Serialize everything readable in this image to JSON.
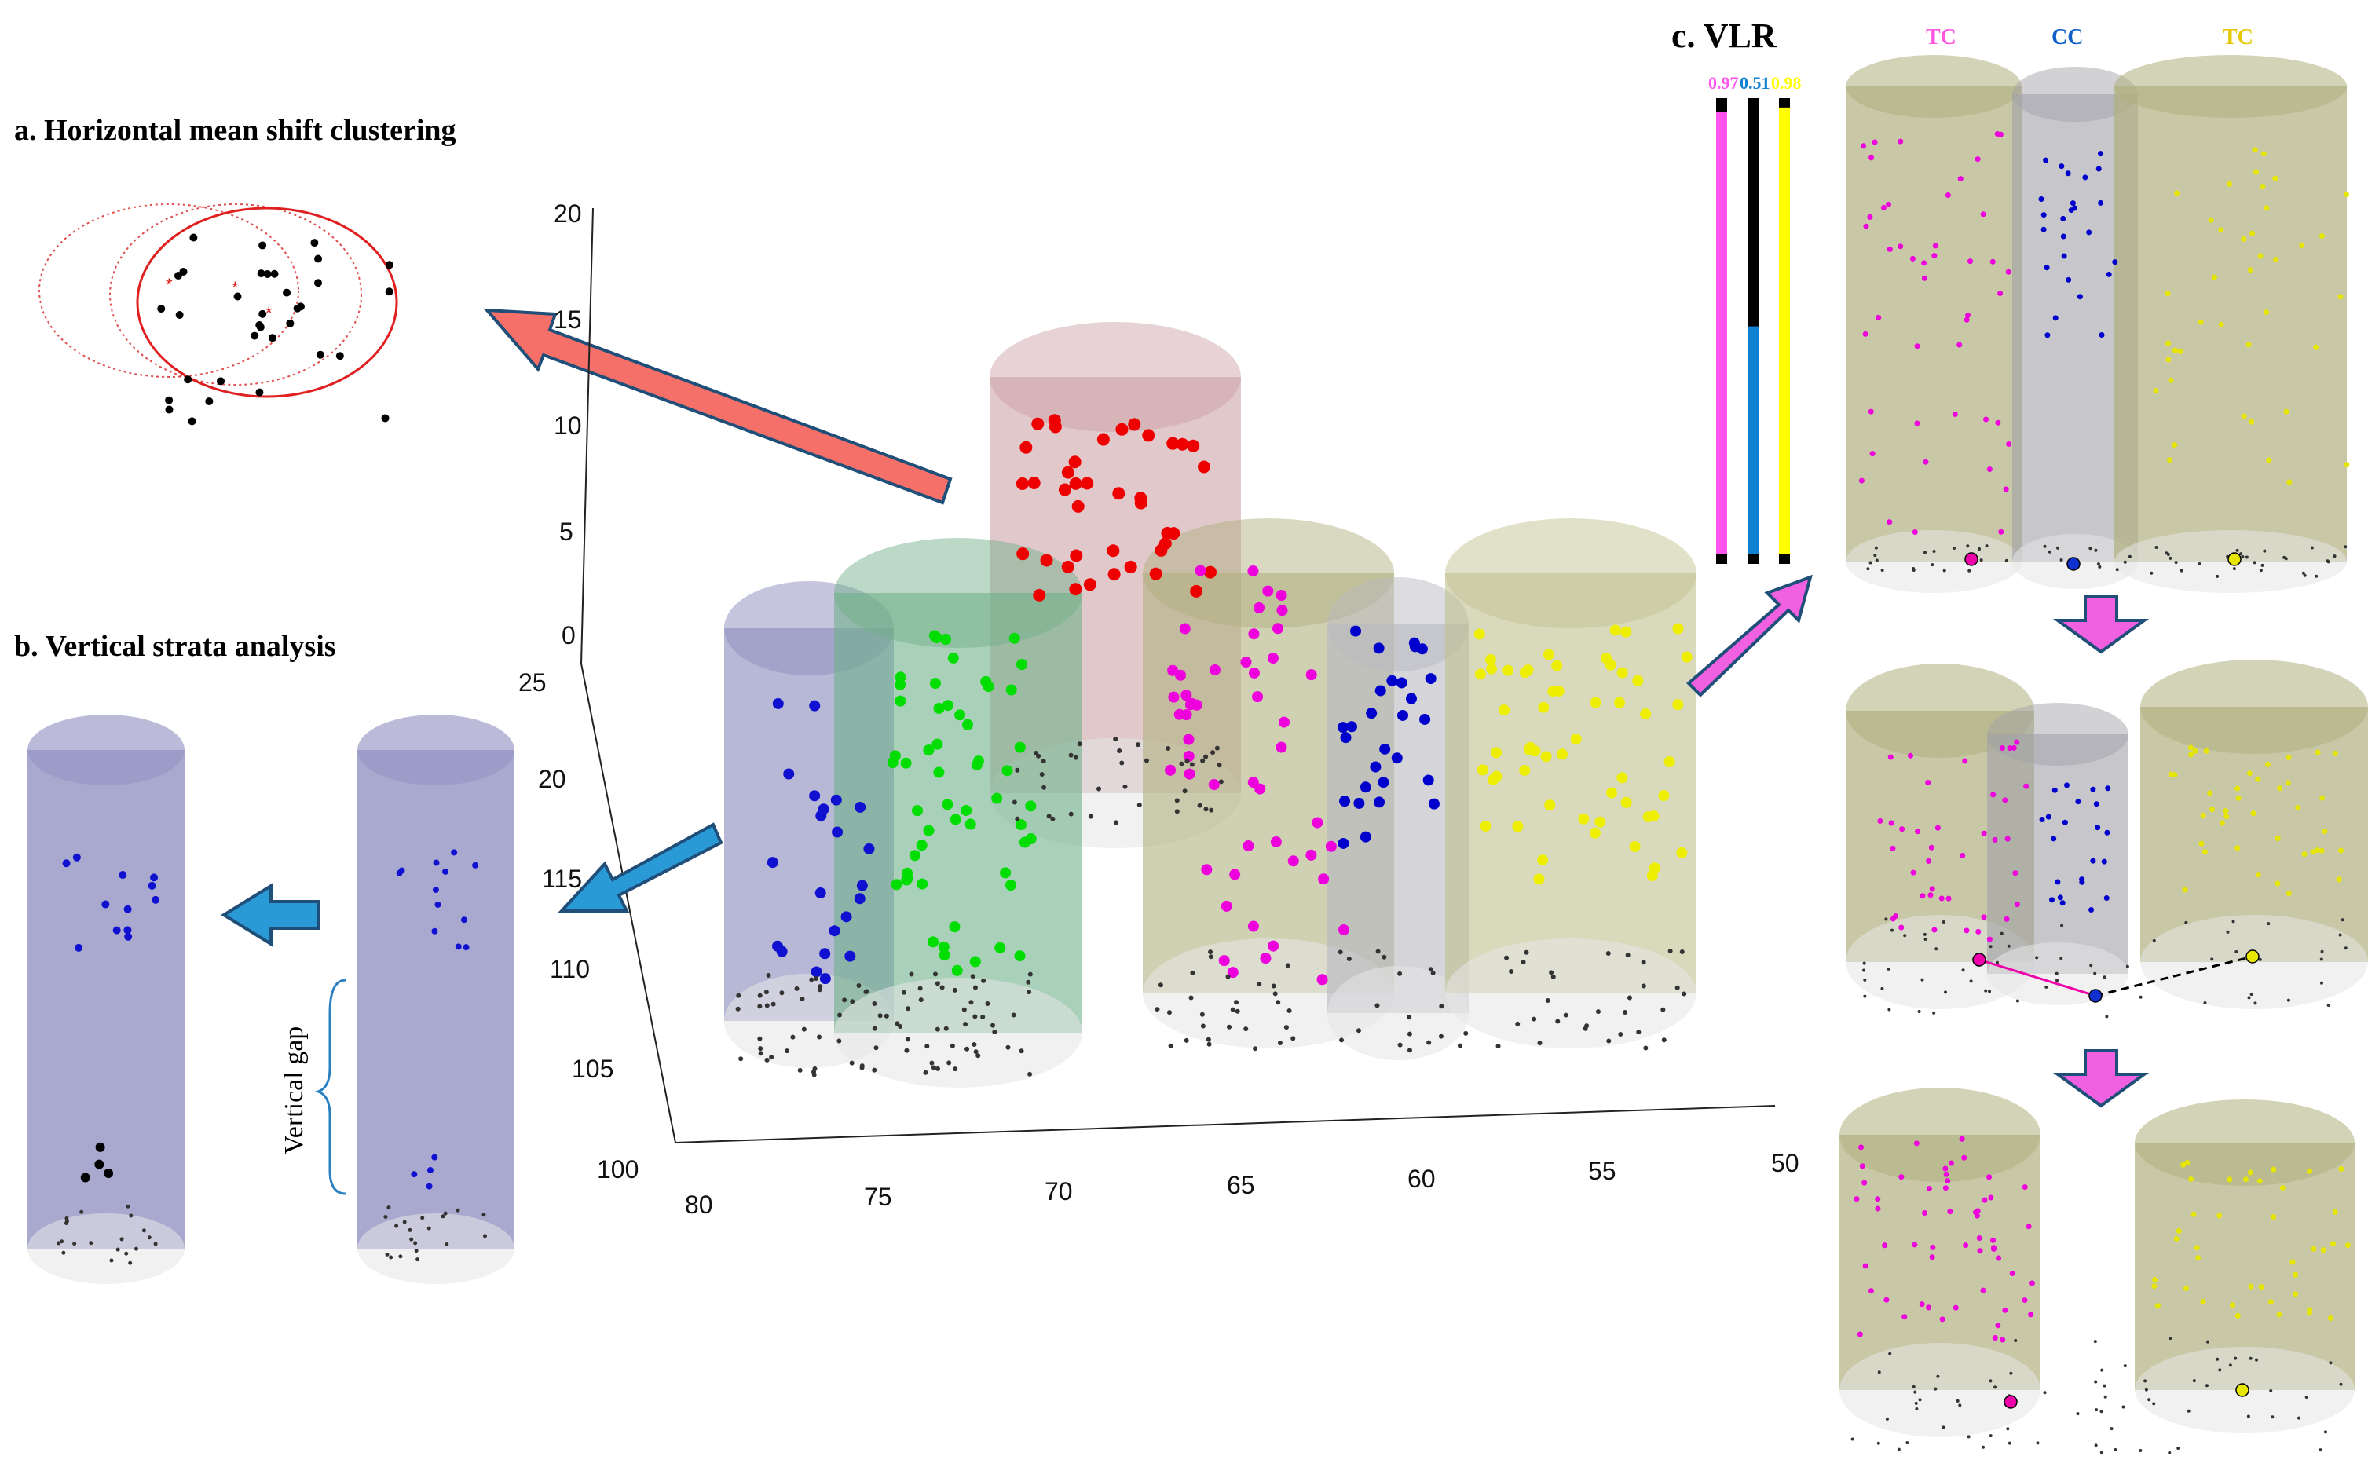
{
  "panels": {
    "a_title": "a. Horizontal mean shift clustering",
    "b_title": "b. Vertical strata analysis",
    "c_title": "c. VLR",
    "vertical_gap": "Vertical gap"
  },
  "axes": {
    "z_ticks": [
      "20",
      "15",
      "10",
      "5",
      "0"
    ],
    "y_ticks": [
      "25",
      "20",
      "115",
      "110",
      "105",
      "100"
    ],
    "x_ticks": [
      "80",
      "75",
      "70",
      "65",
      "60",
      "55",
      "50"
    ]
  },
  "vlr": {
    "headers": [
      "TC",
      "CC",
      "TC"
    ],
    "header_colors": [
      "#ff55e0",
      "#1060c8",
      "#e6c800"
    ],
    "bars": [
      {
        "label": "0.97",
        "color": "#ff55ee",
        "fraction": 0.97
      },
      {
        "label": "0.51",
        "color": "#1080d0",
        "fraction": 0.51
      },
      {
        "label": "0.98",
        "color": "#ffff00",
        "fraction": 0.98
      }
    ]
  },
  "colors": {
    "red_arrow": "#f47068",
    "blue_arrow": "#2a9ad6",
    "pink_arrow": "#f060e0",
    "arrow_stroke": "#1f4e79"
  }
}
